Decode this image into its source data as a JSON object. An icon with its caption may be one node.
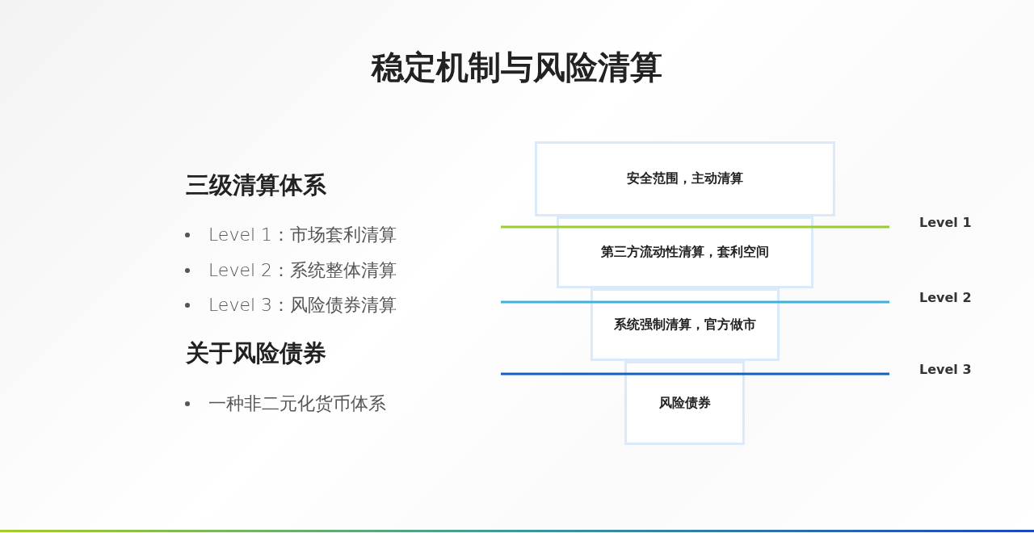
{
  "diagram": {
    "title": "稳定机制与风险清算",
    "nodes": [
      {
        "text": [
          "安全范围，主动清算"
        ]
      },
      {
        "text": [
          "第三方流动性清算，套利空间"
        ]
      },
      {
        "text": [
          "系统强制清算，官方做市"
        ]
      },
      {
        "text": [
          "风险债券"
        ]
      }
    ],
    "edges": [],
    "labels": [
      "三级清算体系",
      "Level 1：市场套利清算",
      "Level 2：系统整体清算",
      "Level 3：风险债券清算",
      "关于风险债券",
      "一种非二元化货币体系",
      "Level 1",
      "Level 2",
      "Level 3"
    ]
  }
}
